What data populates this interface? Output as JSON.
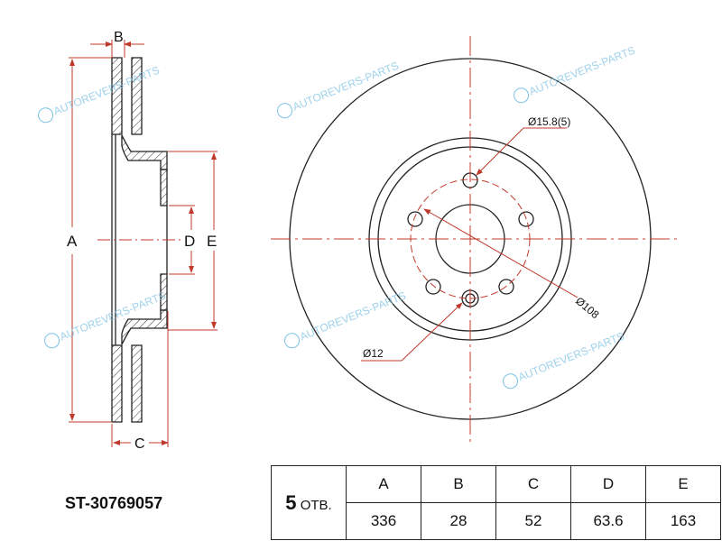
{
  "part_number": "ST-30769057",
  "holes": {
    "count": "5",
    "suffix": "ОТВ."
  },
  "table": {
    "headers": [
      "A",
      "B",
      "C",
      "D",
      "E"
    ],
    "values": [
      "336",
      "28",
      "52",
      "63.6",
      "163"
    ]
  },
  "dims": {
    "a": "A",
    "b": "B",
    "c": "C",
    "d": "D",
    "e": "E",
    "bolt_hole": "Ø15.8(5)",
    "pcd": "Ø108",
    "small_hole": "Ø12"
  },
  "watermark": "AUTOREVERS-PARTS",
  "colors": {
    "dim": "#c0392b",
    "line": "#222",
    "watermark": "#7fc3e6"
  }
}
